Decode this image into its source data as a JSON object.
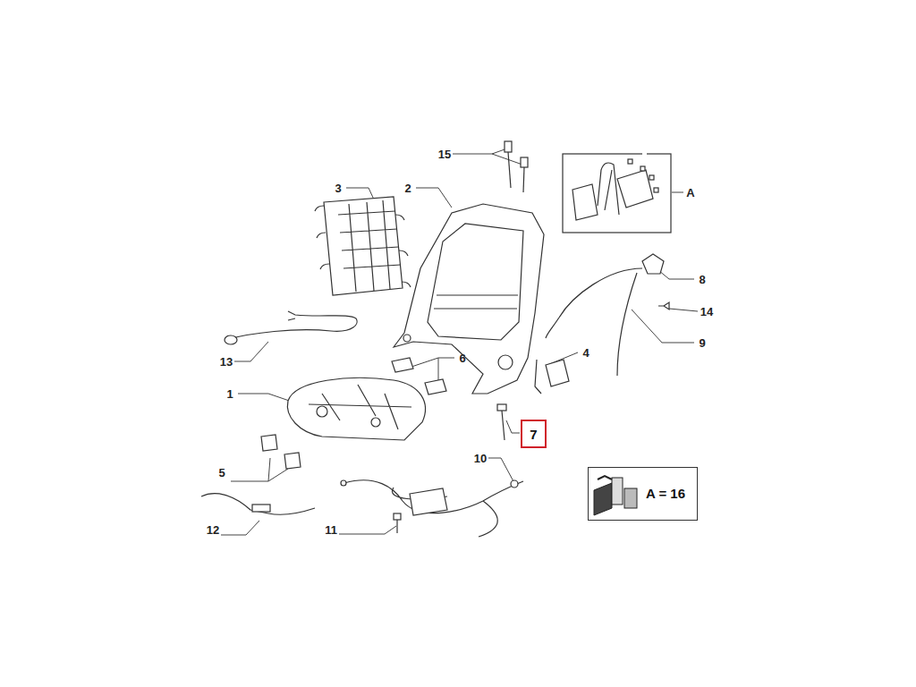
{
  "diagram": {
    "nodes": [
      {
        "text": [
          "7"
        ]
      },
      {
        "text": [
          "A = 16"
        ]
      }
    ],
    "labels": [
      "15",
      "3",
      "2",
      "A",
      "8",
      "14",
      "9",
      "13",
      "6",
      "4",
      "1",
      "10",
      "5",
      "12",
      "11"
    ]
  }
}
